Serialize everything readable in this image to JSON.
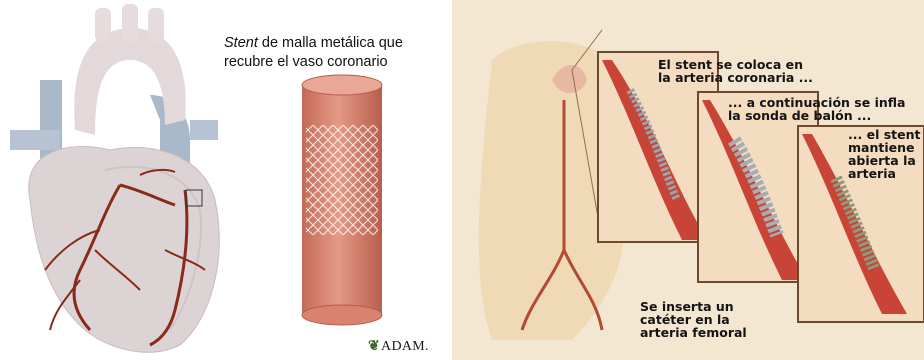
{
  "stent_caption": {
    "italic": "Stent",
    "rest_line1": " de malla metálica que",
    "line2": "recubre el vaso coronario"
  },
  "logo": {
    "leaf": "❦",
    "text": "ADAM."
  },
  "procedure_captions": {
    "step1_line1": "El stent se coloca en",
    "step1_line2": "la arteria coronaria ...",
    "step2_line1": "... a continuación se infla",
    "step2_line2": "la sonda de balón ...",
    "step3_line1": "... el stent",
    "step3_line2": "mantiene",
    "step3_line3": "abierta la",
    "step3_line4": "arteria",
    "insert_line1": "Se inserta un",
    "insert_line2": "catéter en la",
    "insert_line3": "arteria femoral"
  },
  "colors": {
    "heart_tissue": "#d9cfd0",
    "vessel_blue": "#a9b9c9",
    "artery_red": "#8a2a1a",
    "stent_body": "#d9826f",
    "skin": "#f0d9b5"
  }
}
